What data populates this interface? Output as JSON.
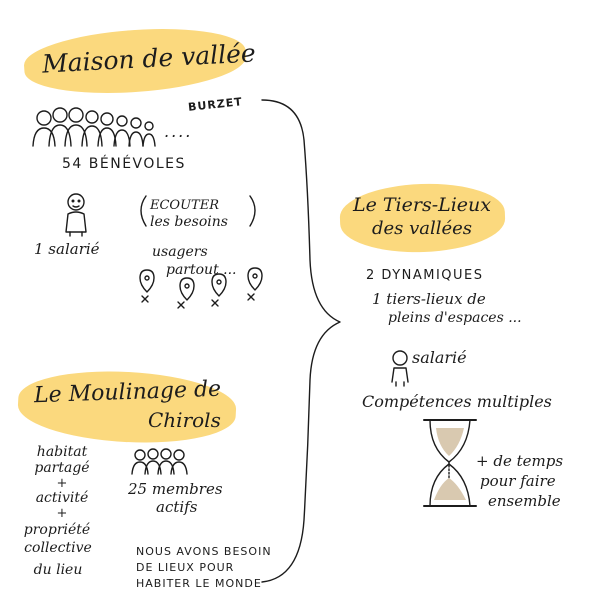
{
  "maison": {
    "title": "Maison de vallée",
    "location": "BURZET",
    "volunteers_ellipsis": "....",
    "volunteers": "54 BÉNÉVOLES",
    "employee": "1 salarié",
    "listen_line1": "ECOUTER",
    "listen_line2": "les besoins",
    "users_line1": "usagers",
    "users_line2": "partout ..."
  },
  "moulinage": {
    "title_line1": "Le Moulinage de",
    "title_line2": "Chirols",
    "habitat": [
      "habitat",
      "partagé",
      "+",
      "activité",
      "+",
      "propriété",
      "collective",
      "du lieu"
    ],
    "members_line1": "25 membres",
    "members_line2": "actifs",
    "quote": [
      "NOUS AVONS BESOIN",
      "DE LIEUX POUR",
      "HABITER LE MONDE"
    ]
  },
  "tiers_lieux": {
    "title_line1": "Le Tiers-Lieux",
    "title_line2": "des vallées",
    "dynamics": "2 DYNAMIQUES",
    "one_place_line1": "1 tiers-lieux de",
    "one_place_line2": "pleins d'espaces ...",
    "employee": "salarié",
    "skills": "Compétences multiples",
    "time_line1": "+ de temps",
    "time_line2": "pour faire",
    "time_line3": "ensemble"
  },
  "colors": {
    "highlight": "#fbd97e",
    "ink": "#1c1c1c",
    "sand": "#d9c9b0"
  }
}
